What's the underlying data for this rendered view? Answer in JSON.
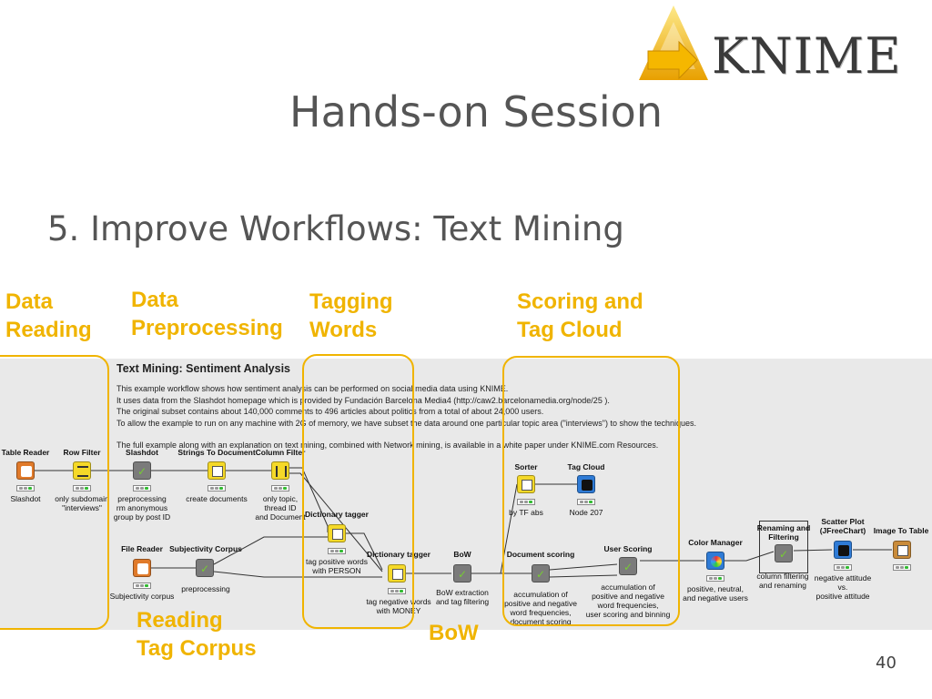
{
  "slide": {
    "title": "Hands-on Session",
    "subtitle": "5. Improve Workflows: Text Mining",
    "page_number": "40",
    "logo_text": "KNIME",
    "accent_color": "#f0b400"
  },
  "labels": {
    "data_reading": [
      "Data",
      "Reading"
    ],
    "data_preprocessing": [
      "Data",
      "Preprocessing"
    ],
    "tagging_words": [
      "Tagging",
      "Words"
    ],
    "scoring": [
      "Scoring and",
      "Tag Cloud"
    ],
    "reading_tag_corpus": [
      "Reading",
      "Tag Corpus"
    ],
    "bow": "BoW"
  },
  "workflow": {
    "title": "Text Mining: Sentiment Analysis",
    "description": [
      "This example workflow shows how sentiment analysis can be performed on social media data using KNIME.",
      "It uses data from the Slashdot homepage which is provided by Fundación Barcelona Media4 (http://caw2.barcelonamedia.org/node/25 ).",
      "The original subset contains about 140,000 comments to 496 articles about politics from a total of about 24,000 users.",
      "To allow the example to run on any machine with 2G of memory, we have subset the data around one particular topic area (\"interviews\") to show the techniques.",
      "",
      "The full example along with an explanation on text mining, combined with Network mining, is available in a white paper under KNIME.com Resources."
    ],
    "nodes": {
      "table_reader": {
        "name": "Table Reader",
        "desc": "Slashdot"
      },
      "row_filter": {
        "name": "Row Filter",
        "desc": "only subdomain\n\"interviews\""
      },
      "slashdot": {
        "name": "Slashdot",
        "desc": "preprocessing\nrm anonymous\ngroup by post ID"
      },
      "strings_to_document": {
        "name": "Strings To Document",
        "desc": "create documents"
      },
      "column_filter": {
        "name": "Column Filter",
        "desc": "only topic,\nthread ID\nand Document"
      },
      "file_reader": {
        "name": "File Reader",
        "desc": "Subjectivity corpus"
      },
      "subjectivity_corpus": {
        "name": "Subjectivity Corpus",
        "desc": "preprocessing"
      },
      "dictionary_tagger_1": {
        "name": "Dictionary tagger",
        "desc": "tag positive words\nwith PERSON"
      },
      "dictionary_tagger_2": {
        "name": "Dictionary tagger",
        "desc": "tag negative words\nwith MONEY"
      },
      "bow": {
        "name": "BoW",
        "desc": "BoW extraction\nand tag filtering"
      },
      "sorter": {
        "name": "Sorter",
        "desc": "by TF abs"
      },
      "tag_cloud": {
        "name": "Tag Cloud",
        "desc": "Node 207"
      },
      "document_scoring": {
        "name": "Document scoring",
        "desc": "accumulation of\npositive and negative\nword frequencies,\ndocument scoring"
      },
      "user_scoring": {
        "name": "User Scoring",
        "desc": "accumulation of\npositive and negative\nword frequencies,\nuser scoring and binning"
      },
      "color_manager": {
        "name": "Color Manager",
        "desc": "positive, neutral,\nand negative users"
      },
      "renaming_filtering": {
        "name": "Renaming and\nFiltering",
        "desc": "column filtering\nand renaming"
      },
      "scatter_plot": {
        "name": "Scatter Plot\n(JFreeChart)",
        "desc": "negative attitude\nvs.\npositive attitude"
      },
      "image_to_table": {
        "name": "Image To Table",
        "desc": ""
      }
    }
  }
}
